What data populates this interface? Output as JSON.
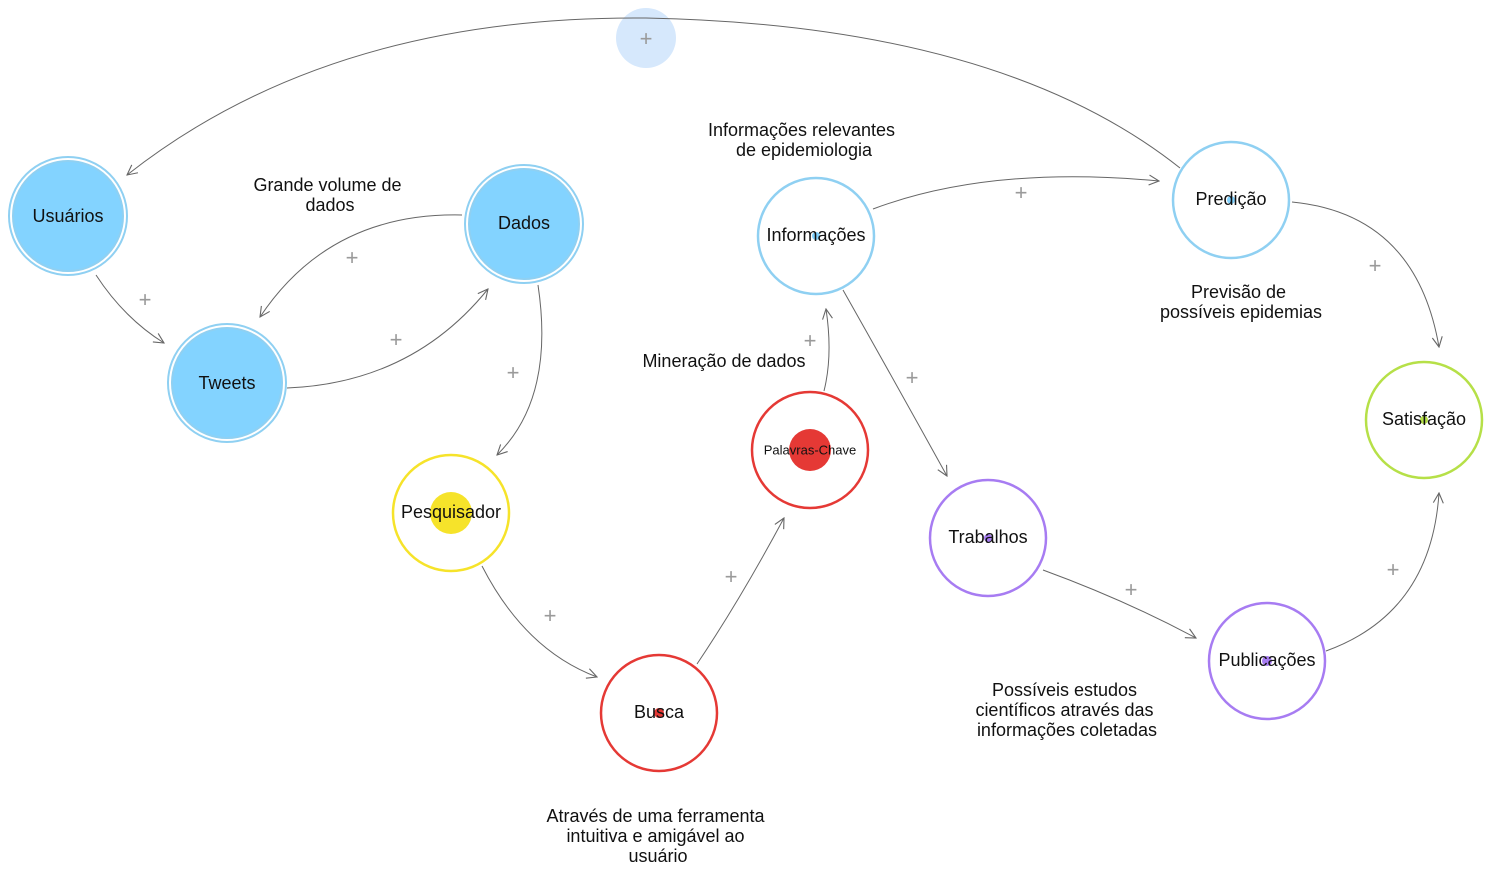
{
  "colors": {
    "blue": "#83d3ff",
    "blue_ring": "#8fd0f2",
    "yellow": "#f6e32a",
    "red": "#e53935",
    "purple": "#a77cf2",
    "green": "#b6e048",
    "loop_marker": "#d6e8fc",
    "edge": "#666666",
    "polarity": "#9a9a9a"
  },
  "loop_marker": {
    "label": "+"
  },
  "nodes": [
    {
      "id": "usuarios",
      "label": "Usuários",
      "style": "filled",
      "color": "blue"
    },
    {
      "id": "tweets",
      "label": "Tweets",
      "style": "filled",
      "color": "blue"
    },
    {
      "id": "dados",
      "label": "Dados",
      "style": "filled",
      "color": "blue"
    },
    {
      "id": "pesquisador",
      "label": "Pesquisador",
      "style": "ring",
      "color": "yellow",
      "dot": "large"
    },
    {
      "id": "busca",
      "label": "Busca",
      "style": "ring",
      "color": "red",
      "dot": "small"
    },
    {
      "id": "palavras",
      "label": "Palavras-Chave",
      "style": "ring",
      "color": "red",
      "dot": "large"
    },
    {
      "id": "informacoes",
      "label": "Informações",
      "style": "ring",
      "color": "blue",
      "dot": "small"
    },
    {
      "id": "predicao",
      "label": "Predição",
      "style": "ring",
      "color": "blue",
      "dot": "small"
    },
    {
      "id": "trabalhos",
      "label": "Trabalhos",
      "style": "ring",
      "color": "purple",
      "dot": "small"
    },
    {
      "id": "publicacoes",
      "label": "Publicações",
      "style": "ring",
      "color": "purple",
      "dot": "small"
    },
    {
      "id": "satisfacao",
      "label": "Satisfação",
      "style": "ring",
      "color": "green",
      "dot": "small"
    }
  ],
  "edges": [
    {
      "from": "usuarios",
      "to": "tweets",
      "polarity": "+"
    },
    {
      "from": "dados",
      "to": "tweets",
      "polarity": "+"
    },
    {
      "from": "tweets",
      "to": "dados",
      "polarity": "+"
    },
    {
      "from": "dados",
      "to": "pesquisador",
      "polarity": "+"
    },
    {
      "from": "pesquisador",
      "to": "busca",
      "polarity": "+"
    },
    {
      "from": "busca",
      "to": "palavras",
      "polarity": "+"
    },
    {
      "from": "palavras",
      "to": "informacoes",
      "polarity": "+"
    },
    {
      "from": "informacoes",
      "to": "predicao",
      "polarity": "+"
    },
    {
      "from": "informacoes",
      "to": "trabalhos",
      "polarity": "+"
    },
    {
      "from": "trabalhos",
      "to": "publicacoes",
      "polarity": "+"
    },
    {
      "from": "predicao",
      "to": "satisfacao",
      "polarity": "+"
    },
    {
      "from": "publicacoes",
      "to": "satisfacao",
      "polarity": "+"
    },
    {
      "from": "predicao",
      "to": "usuarios",
      "polarity": ""
    }
  ],
  "annotations": [
    {
      "id": "grande-volume",
      "lines": [
        "Grande volume de",
        "dados"
      ]
    },
    {
      "id": "info-relevantes",
      "lines": [
        "Informações relevantes",
        "de epidemiologia"
      ]
    },
    {
      "id": "previsao",
      "lines": [
        "Previsão de",
        "possíveis epidemias"
      ]
    },
    {
      "id": "mineracao",
      "lines": [
        "Mineração de dados"
      ]
    },
    {
      "id": "possiveis",
      "lines": [
        "Possíveis estudos",
        "científicos através das",
        "informações coletadas"
      ]
    },
    {
      "id": "atraves",
      "lines": [
        "Através de uma ferramenta",
        "intuitiva e amigável ao",
        "usuário"
      ]
    }
  ]
}
